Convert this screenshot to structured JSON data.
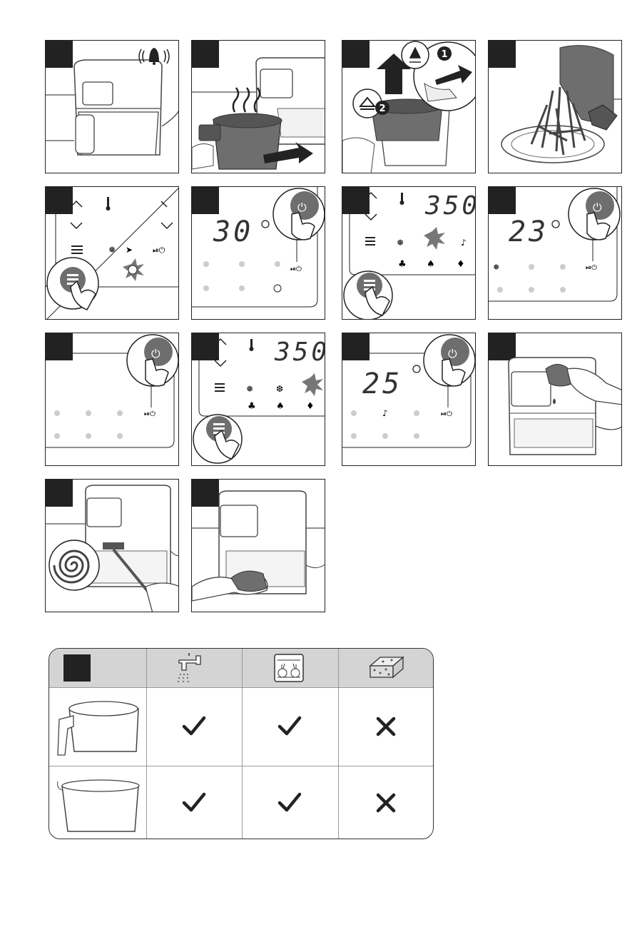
{
  "displays": {
    "panel6_time": "30",
    "panel7_temp": "350",
    "panel8_time": "23",
    "panel10_temp": "350",
    "panel11_time": "25"
  },
  "callouts": {
    "push_up": "1",
    "lift_out": "2"
  },
  "cleaning_table": {
    "rows": [
      {
        "name": "pan",
        "tap": "check",
        "dishwasher": "check",
        "sponge": "cross"
      },
      {
        "name": "basket",
        "tap": "check",
        "dishwasher": "check",
        "sponge": "cross"
      }
    ]
  }
}
